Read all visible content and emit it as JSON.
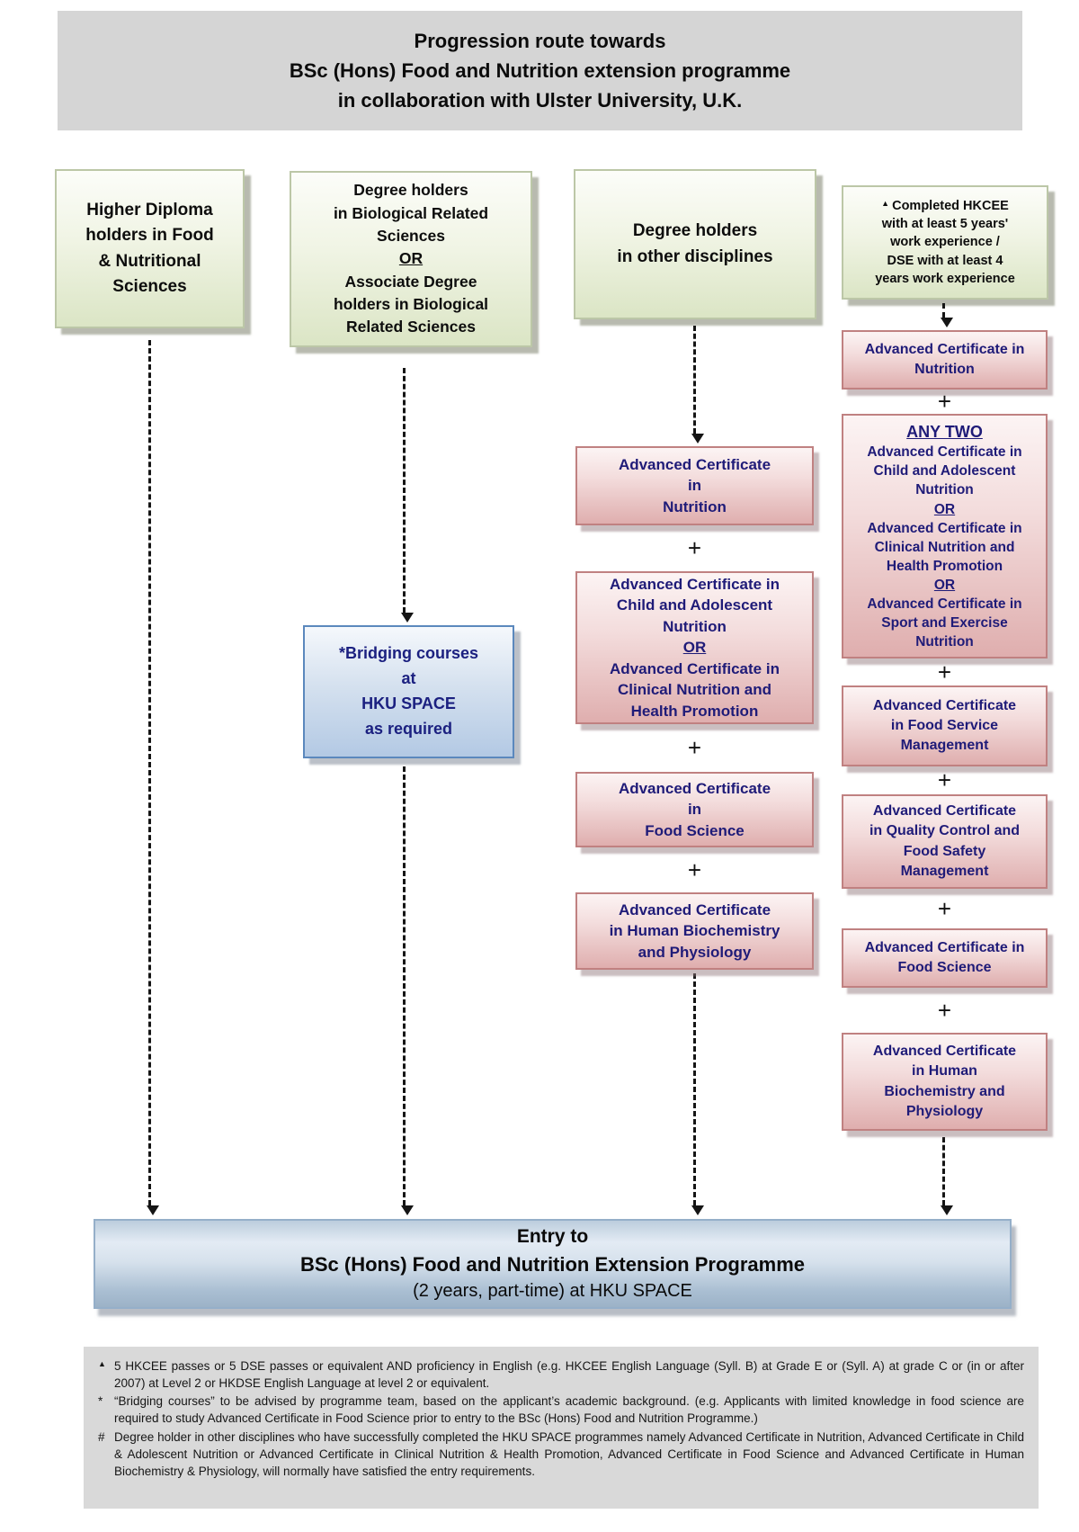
{
  "title": {
    "lines": [
      "Progression route towards",
      "BSc (Hons) Food and Nutrition extension programme",
      "in collaboration with Ulster University, U.K."
    ]
  },
  "plus": "+",
  "colors": {
    "header_bg": "#d5d5d5",
    "footer_bg": "#d9d9d9",
    "green_box_border": "#bcc7a7",
    "pink_box_border": "#c08181",
    "blue_box_border": "#5b88bd",
    "navy_text": "#1f1b78"
  },
  "columns": {
    "col1": {
      "source": {
        "lines": [
          "Higher Diploma",
          "holders in Food",
          "& Nutritional",
          "Sciences"
        ]
      }
    },
    "col2": {
      "source": {
        "lines": [
          "Degree holders",
          "in Biological Related",
          "Sciences",
          {
            "t": "OR",
            "u": true
          },
          "Associate Degree",
          "holders in Biological",
          "Related Sciences"
        ]
      },
      "bridging": {
        "lines": [
          "*Bridging courses",
          "at",
          "HKU SPACE",
          "as required"
        ]
      }
    },
    "col3": {
      "source": {
        "lines": [
          "Degree holders",
          "in other disciplines"
        ]
      },
      "boxes": [
        {
          "lines": [
            "Advanced Certificate",
            "in",
            "Nutrition"
          ]
        },
        {
          "lines": [
            "Advanced Certificate in",
            "Child and Adolescent",
            "Nutrition",
            {
              "t": "OR",
              "u": true
            },
            "Advanced Certificate in",
            "Clinical Nutrition and",
            "Health Promotion"
          ]
        },
        {
          "lines": [
            "Advanced Certificate",
            "in",
            "Food Science"
          ]
        },
        {
          "lines": [
            "Advanced Certificate",
            "in Human Biochemistry",
            "and Physiology"
          ]
        }
      ]
    },
    "col4": {
      "source": {
        "lines": [
          {
            "sup": "▲",
            "t": "Completed HKCEE"
          },
          "with at least 5 years'",
          "work experience /",
          "DSE with at least 4",
          "years work experience"
        ]
      },
      "boxes": [
        {
          "lines": [
            "Advanced Certificate in",
            "Nutrition"
          ]
        },
        {
          "lines": [
            {
              "t": "ANY TWO",
              "u": true,
              "big": true
            },
            "Advanced Certificate in",
            "Child and Adolescent",
            "Nutrition",
            {
              "t": "OR",
              "u": true
            },
            "Advanced Certificate in",
            "Clinical Nutrition and",
            "Health Promotion",
            {
              "t": "OR",
              "u": true
            },
            "Advanced Certificate in",
            "Sport and Exercise",
            "Nutrition"
          ]
        },
        {
          "lines": [
            "Advanced Certificate",
            "in Food Service",
            "Management"
          ]
        },
        {
          "lines": [
            "Advanced Certificate",
            "in Quality Control and",
            "Food Safety",
            "Management"
          ]
        },
        {
          "lines": [
            "Advanced Certificate in",
            "Food Science"
          ]
        },
        {
          "lines": [
            "Advanced Certificate",
            "in Human",
            "Biochemistry and",
            "Physiology"
          ]
        }
      ]
    }
  },
  "entry": {
    "line1": "Entry to",
    "line2": "BSc (Hons) Food and Nutrition Extension Programme",
    "line3": "(2 years, part-time) at HKU SPACE"
  },
  "footnotes": [
    {
      "marker": "▲",
      "text": "5 HKCEE passes or 5 DSE passes or equivalent AND proficiency in English (e.g. HKCEE English Language (Syll. B) at Grade E or (Syll. A) at grade C or (in or after 2007) at Level 2 or HKDSE English Language at level 2 or equivalent."
    },
    {
      "marker": "*",
      "text": "“Bridging courses” to be advised by programme team, based on the applicant’s academic background. (e.g. Applicants with limited knowledge in food science are required to study Advanced Certificate in Food Science prior to entry to the BSc (Hons) Food and Nutrition Programme.)"
    },
    {
      "marker": "#",
      "text": "Degree holder in other disciplines who have successfully completed the HKU SPACE programmes namely Advanced Certificate in Nutrition, Advanced Certificate in Child & Adolescent Nutrition or Advanced Certificate in Clinical Nutrition & Health Promotion, Advanced Certificate in Food Science and Advanced Certificate in Human Biochemistry & Physiology, will normally have satisfied the entry requirements."
    }
  ]
}
